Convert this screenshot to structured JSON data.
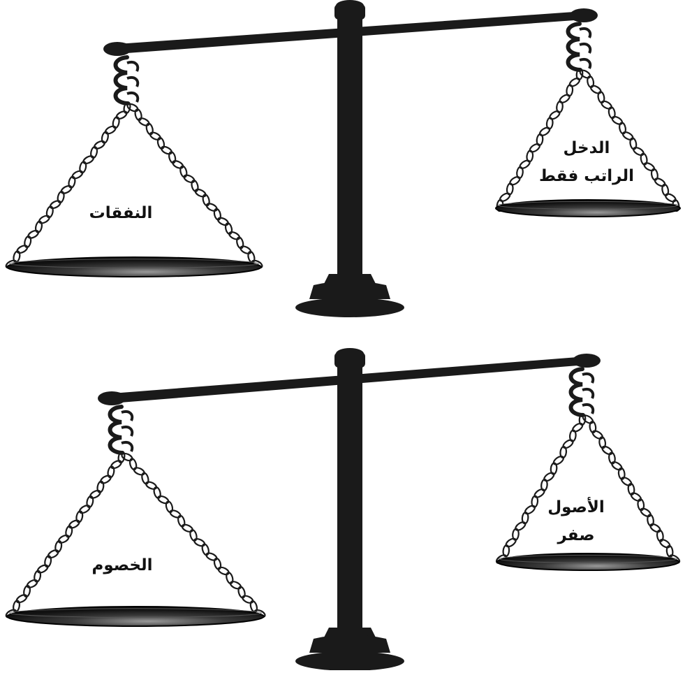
{
  "colors": {
    "ink": "#1a1a1a",
    "pan_highlight": "#8a8a8a",
    "background": "#ffffff"
  },
  "scales": [
    {
      "left_pan": {
        "lines": [
          "النفقات"
        ]
      },
      "right_pan": {
        "lines": [
          "الدخل",
          "الراتب فقط"
        ]
      }
    },
    {
      "left_pan": {
        "lines": [
          "الخصوم"
        ]
      },
      "right_pan": {
        "lines": [
          "الأصول",
          "صفر"
        ]
      }
    }
  ]
}
